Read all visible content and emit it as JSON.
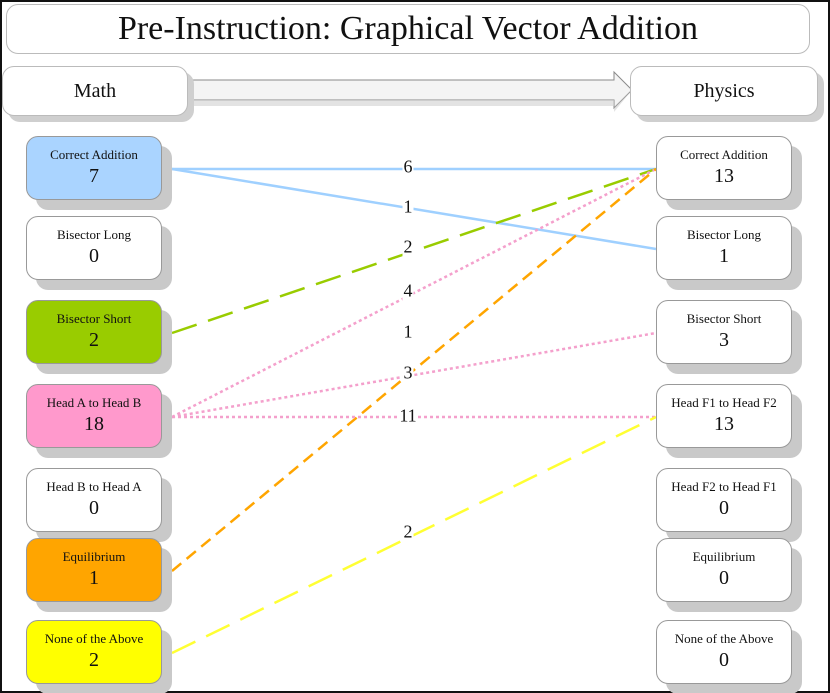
{
  "title": "Pre-Instruction: Graphical Vector Addition",
  "math_header": "Math",
  "physics_header": "Physics",
  "math_nodes": [
    {
      "label": "Correct Addition",
      "value": "7",
      "color": "#aad4ff"
    },
    {
      "label": "Bisector Long",
      "value": "0",
      "color": "#ffffff"
    },
    {
      "label": "Bisector Short",
      "value": "2",
      "color": "#99cc00"
    },
    {
      "label": "Head A to Head B",
      "value": "18",
      "color": "#ff99cc"
    },
    {
      "label": "Head B to Head A",
      "value": "0",
      "color": "#ffffff"
    },
    {
      "label": "Equilibrium",
      "value": "1",
      "color": "#ffa500"
    },
    {
      "label": "None of the Above",
      "value": "2",
      "color": "#ffff00"
    }
  ],
  "physics_nodes": [
    {
      "label": "Correct Addition",
      "value": "13"
    },
    {
      "label": "Bisector Long",
      "value": "1"
    },
    {
      "label": "Bisector Short",
      "value": "3"
    },
    {
      "label": "Head F1 to Head F2",
      "value": "13"
    },
    {
      "label": "Head F2 to Head F1",
      "value": "0"
    },
    {
      "label": "Equilibrium",
      "value": "0"
    },
    {
      "label": "None of the Above",
      "value": "0"
    }
  ],
  "edges": [
    {
      "from": 0,
      "to": 0,
      "count": "6",
      "color": "#9fd0ff",
      "style": "solid"
    },
    {
      "from": 0,
      "to": 1,
      "count": "1",
      "color": "#9fd0ff",
      "style": "solid"
    },
    {
      "from": 2,
      "to": 0,
      "count": "2",
      "color": "#99cc00",
      "style": "longdash"
    },
    {
      "from": 3,
      "to": 0,
      "count": "4",
      "color": "#f4a0cc",
      "style": "dotted"
    },
    {
      "from": 5,
      "to": 0,
      "count": "1",
      "color": "#ffa500",
      "style": "dash"
    },
    {
      "from": 3,
      "to": 2,
      "count": "3",
      "color": "#f4a0cc",
      "style": "dotted"
    },
    {
      "from": 3,
      "to": 3,
      "count": "11",
      "color": "#f4a0cc",
      "style": "dotted"
    },
    {
      "from": 6,
      "to": 3,
      "count": "2",
      "color": "#ffff33",
      "style": "longdash"
    }
  ]
}
